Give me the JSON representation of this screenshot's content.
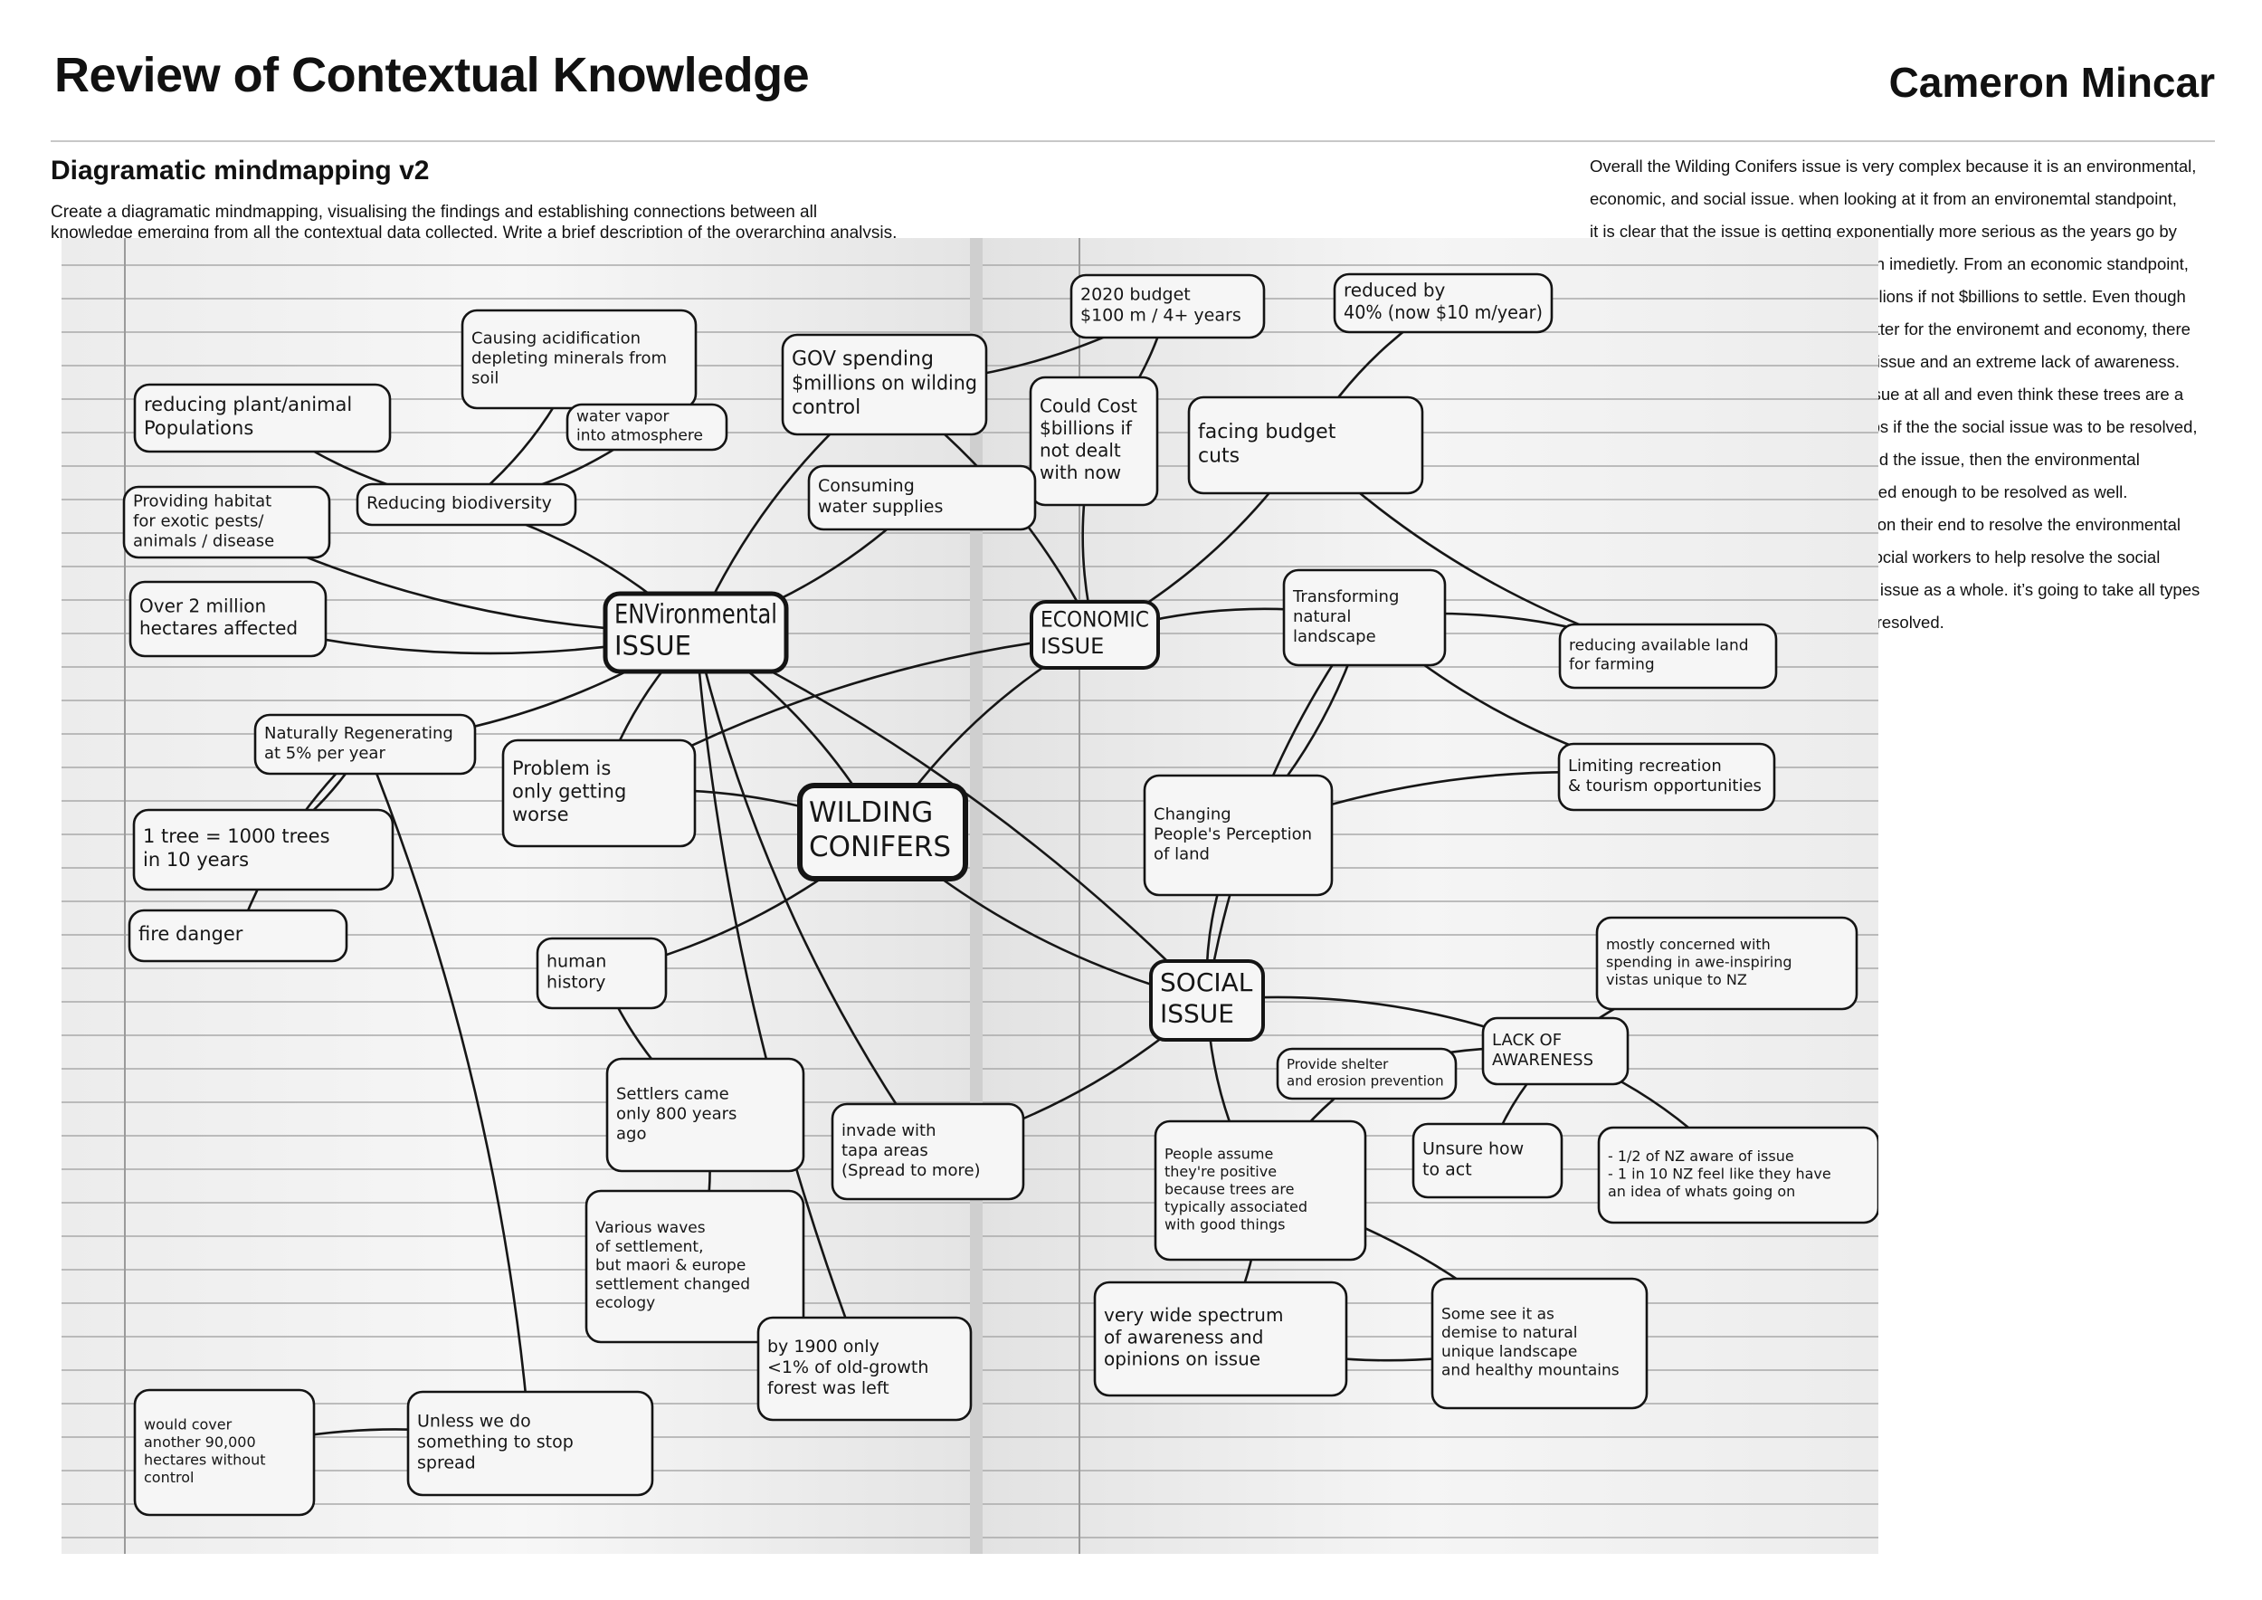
{
  "header": {
    "title": "Review of Contextual Knowledge",
    "author": "Cameron Mincar"
  },
  "section": {
    "title": "Diagramatic mindmapping v2",
    "instructions_line1": "Create a diagramatic mindmapping, visualising the findings and establishing connections between all",
    "instructions_line2": "knowledge emerging from all the contextual data collected. Write a brief description of the overarching analysis."
  },
  "summary": {
    "lines": [
      "Overall the Wilding Conifers issue is very complex because it is an environmental,",
      "economic, and social issue. when looking at it from an environemtal standpoint,",
      "it is clear that the issue is getting exponentially more serious as the years go by",
      "and control acts are needed to be taken imedietly. From an economic standpoint,",
      "it’s a financial burden that will take $millions if not $billions to settle. Even though",
      "this issue is clearly a very pressing matter for the environemt and economy, there",
      "is still widespread confusion about the issue and an extreme lack of awareness.",
      "Many people don’t even know its an issue at all and even think these trees are a",
      "good thing for the environment. Perhaps if the the social issue was to be resolved,",
      "meaning more people would understand the issue, then the environmental",
      "and economic issues would be supported enough to be resolved as well.",
      "Conservationists are doingall they can on their end to resolve the environmental",
      "issue, now its time for designers and social workers to help resolve the social",
      "issue to take down the wilding conifers issue as a whole. it’s going to take all types",
      "of support if this issue is actually to be resolved."
    ]
  },
  "mindmap": {
    "nodes": {
      "wilding": [
        "WILDING",
        "CONIFERS"
      ],
      "environmental": [
        "ENVironmental",
        "ISSUE"
      ],
      "economic": [
        "ECONOMIC",
        "ISSUE"
      ],
      "social": [
        "SOCIAL",
        "ISSUE"
      ],
      "acidification": [
        "Causing acidification",
        "depleting minerals from",
        "soil"
      ],
      "reducing_plant": [
        "reducing plant/animal",
        "Populations"
      ],
      "water_vapor": [
        "water vapor",
        "into atmosphere"
      ],
      "gov_spending": [
        "GOV spending",
        "$millions on wilding",
        "control"
      ],
      "budget_2020": [
        "2020 budget",
        "$100 m / 4+ years"
      ],
      "reduced_40": [
        "reduced by",
        "40% (now $10 m/year)"
      ],
      "billions": [
        "Could Cost",
        "$billions if",
        "not dealt",
        "with now"
      ],
      "budget_cuts": [
        "facing budget",
        "cuts"
      ],
      "habitat": [
        "Providing habitat",
        "for exotic pests/",
        "animals / disease"
      ],
      "biodiversity": [
        "Reducing biodiversity"
      ],
      "water_supplies": [
        "Consuming",
        "water supplies"
      ],
      "hectares": [
        "Over 2 million",
        "hectares affected"
      ],
      "transforming": [
        "Transforming",
        "natural",
        "landscape"
      ],
      "farming": [
        "reducing available land",
        "for farming"
      ],
      "regenerating": [
        "Naturally Regenerating",
        "at 5% per year"
      ],
      "worse": [
        "Problem is",
        "only getting",
        "worse"
      ],
      "limiting": [
        "Limiting recreation",
        "& tourism opportunities"
      ],
      "changing": [
        "Changing",
        "People's Perception",
        "of land"
      ],
      "tree_1000": [
        "1 tree = 1000 trees",
        "in 10 years"
      ],
      "fire": [
        "fire danger"
      ],
      "concerned": [
        "mostly concerned with",
        "spending in awe-inspiring",
        "vistas unique to NZ"
      ],
      "human": [
        "human",
        "history"
      ],
      "lack": [
        "LACK OF",
        "AWARENESS"
      ],
      "shelter": [
        "Provide shelter",
        "and erosion prevention"
      ],
      "settlers": [
        "Settlers came",
        "only 800 years",
        "ago"
      ],
      "invade": [
        "invade with",
        "tapa areas",
        "(Spread to more)"
      ],
      "assume": [
        "People assume",
        "they're positive",
        "because trees are",
        "typically associated",
        "with good things"
      ],
      "unsure": [
        "Unsure how",
        "to act"
      ],
      "half_nz": [
        "- 1/2 of NZ aware of issue",
        "- 1 in 10 NZ feel like they have",
        "an idea of whats going on"
      ],
      "waves": [
        "Various waves",
        "of settlement,",
        "but maori & europe",
        "settlement changed",
        "ecology"
      ],
      "spectrum": [
        "very wide spectrum",
        "of awareness and",
        "opinions on issue"
      ],
      "demise": [
        "Some see it as",
        "demise to natural",
        "unique landscape",
        "and healthy mountains"
      ],
      "forest_1900": [
        "by 1900 only",
        "<1% of old-growth",
        "forest was left"
      ],
      "cover": [
        "would cover",
        "another 90,000",
        "hectares without",
        "control"
      ],
      "unless": [
        "Unless we do",
        "something to stop",
        "spread"
      ]
    }
  }
}
